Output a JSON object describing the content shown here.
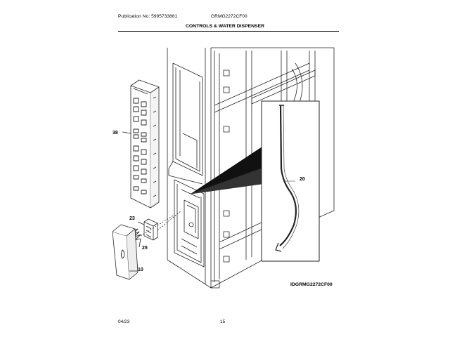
{
  "header": {
    "publication": "Publication No: 5995733861",
    "model": "GRMG2272CF00",
    "title": "CONTROLS & WATER DISPENSER"
  },
  "callouts": {
    "c38": "38",
    "c20": "20",
    "c23": "23",
    "c25": "25",
    "c10": "10"
  },
  "diagram_id": "IDGRMG2272CF00",
  "footer": {
    "date": "04/23",
    "page": "15"
  }
}
